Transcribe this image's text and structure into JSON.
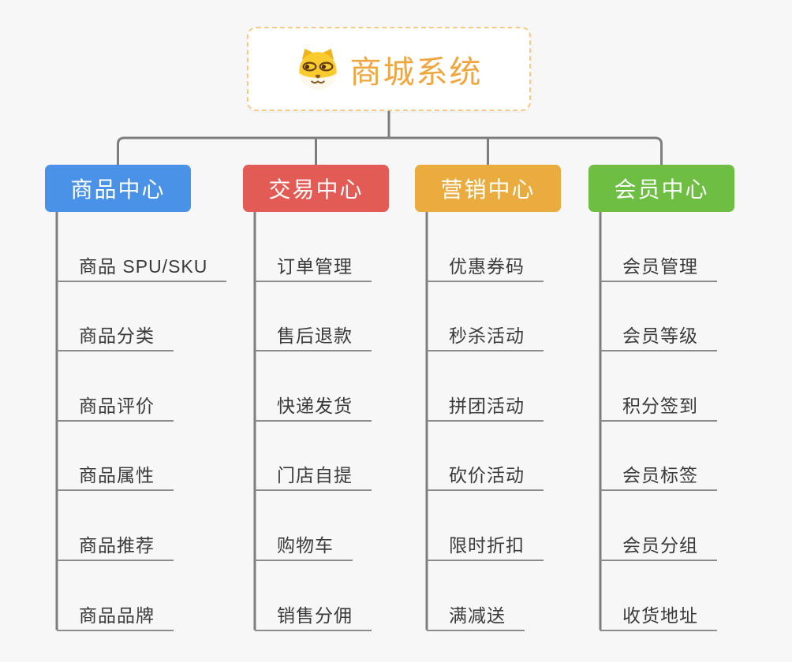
{
  "page": {
    "background_color": "#f7f7f7",
    "connector_color": "#7e7e7e",
    "underline_color": "#8c8c8c",
    "child_text_color": "#3a3a3a"
  },
  "root": {
    "title": "商城系统",
    "icon": "dog-face-icon",
    "text_color": "#f0a63e",
    "border_color": "#f5cb82"
  },
  "branches": [
    {
      "label": "商品中心",
      "color": "#4a91e8",
      "children": [
        "商品 SPU/SKU",
        "商品分类",
        "商品评价",
        "商品属性",
        "商品推荐",
        "商品品牌"
      ]
    },
    {
      "label": "交易中心",
      "color": "#e25b55",
      "children": [
        "订单管理",
        "售后退款",
        "快递发货",
        "门店自提",
        "购物车",
        "销售分佣"
      ]
    },
    {
      "label": "营销中心",
      "color": "#eaac3e",
      "children": [
        "优惠券码",
        "秒杀活动",
        "拼团活动",
        "砍价活动",
        "限时折扣",
        "满减送"
      ]
    },
    {
      "label": "会员中心",
      "color": "#6ebe44",
      "children": [
        "会员管理",
        "会员等级",
        "积分签到",
        "会员标签",
        "会员分组",
        "收货地址"
      ]
    }
  ]
}
